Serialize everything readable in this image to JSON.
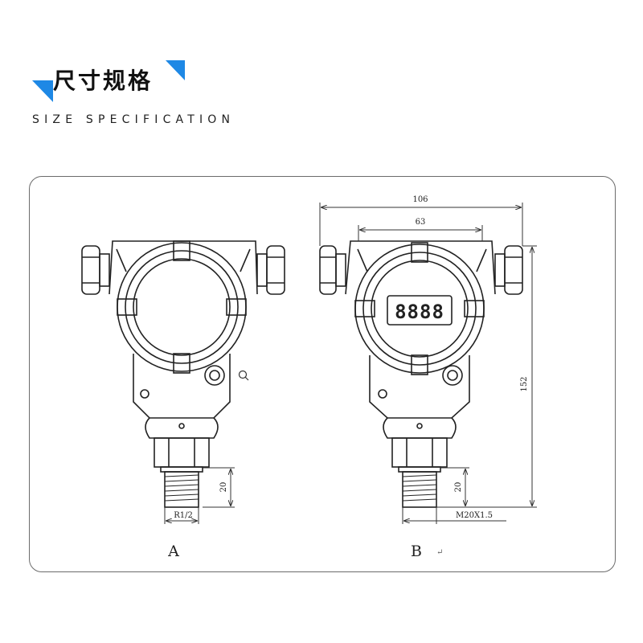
{
  "header": {
    "title_cn": "尺寸规格",
    "title_en": "SIZE SPECIFICATION",
    "accent_color": "#1e88e5"
  },
  "drawing": {
    "dimensions": {
      "overall_width": "106",
      "body_width": "63",
      "height": "152",
      "thread_length_a": "20",
      "thread_length_b": "20",
      "thread_a": "R1/2",
      "thread_b": "M20X1.5"
    },
    "labels": {
      "variant_a": "A",
      "variant_b": "B",
      "return_mark": "↵"
    },
    "display_digits": "8888",
    "icons": [
      "magnifier-icon"
    ]
  }
}
